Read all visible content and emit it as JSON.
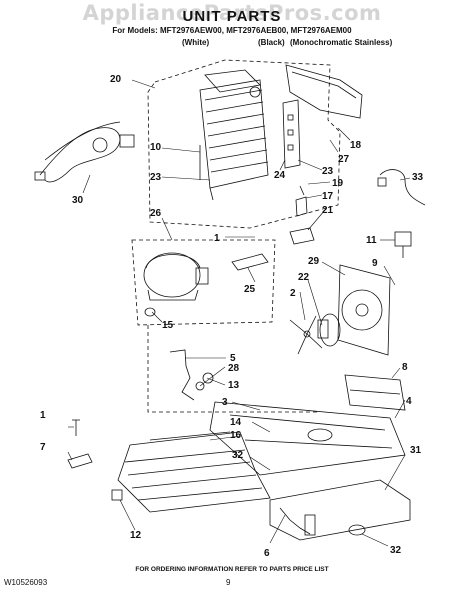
{
  "header": {
    "watermark": "AppliancePartsPros.com",
    "title": "UNIT PARTS",
    "models_line": "For Models: MFT2976AEW00, MFT2976AEB00, MFT2976AEM00",
    "variants": [
      "(White)",
      "(Black)",
      "(Monochromatic Stainless)"
    ]
  },
  "callouts": [
    "20",
    "18",
    "27",
    "10",
    "23",
    "23",
    "24",
    "17",
    "19",
    "33",
    "30",
    "26",
    "1",
    "21",
    "11",
    "25",
    "29",
    "9",
    "22",
    "2",
    "15",
    "5",
    "28",
    "13",
    "8",
    "3",
    "4",
    "1",
    "7",
    "14",
    "16",
    "32",
    "31",
    "12",
    "6",
    "32"
  ],
  "footer": {
    "note": "FOR ORDERING INFORMATION REFER TO PARTS PRICE LIST",
    "doc_number": "W10526093",
    "page_number": "9"
  }
}
